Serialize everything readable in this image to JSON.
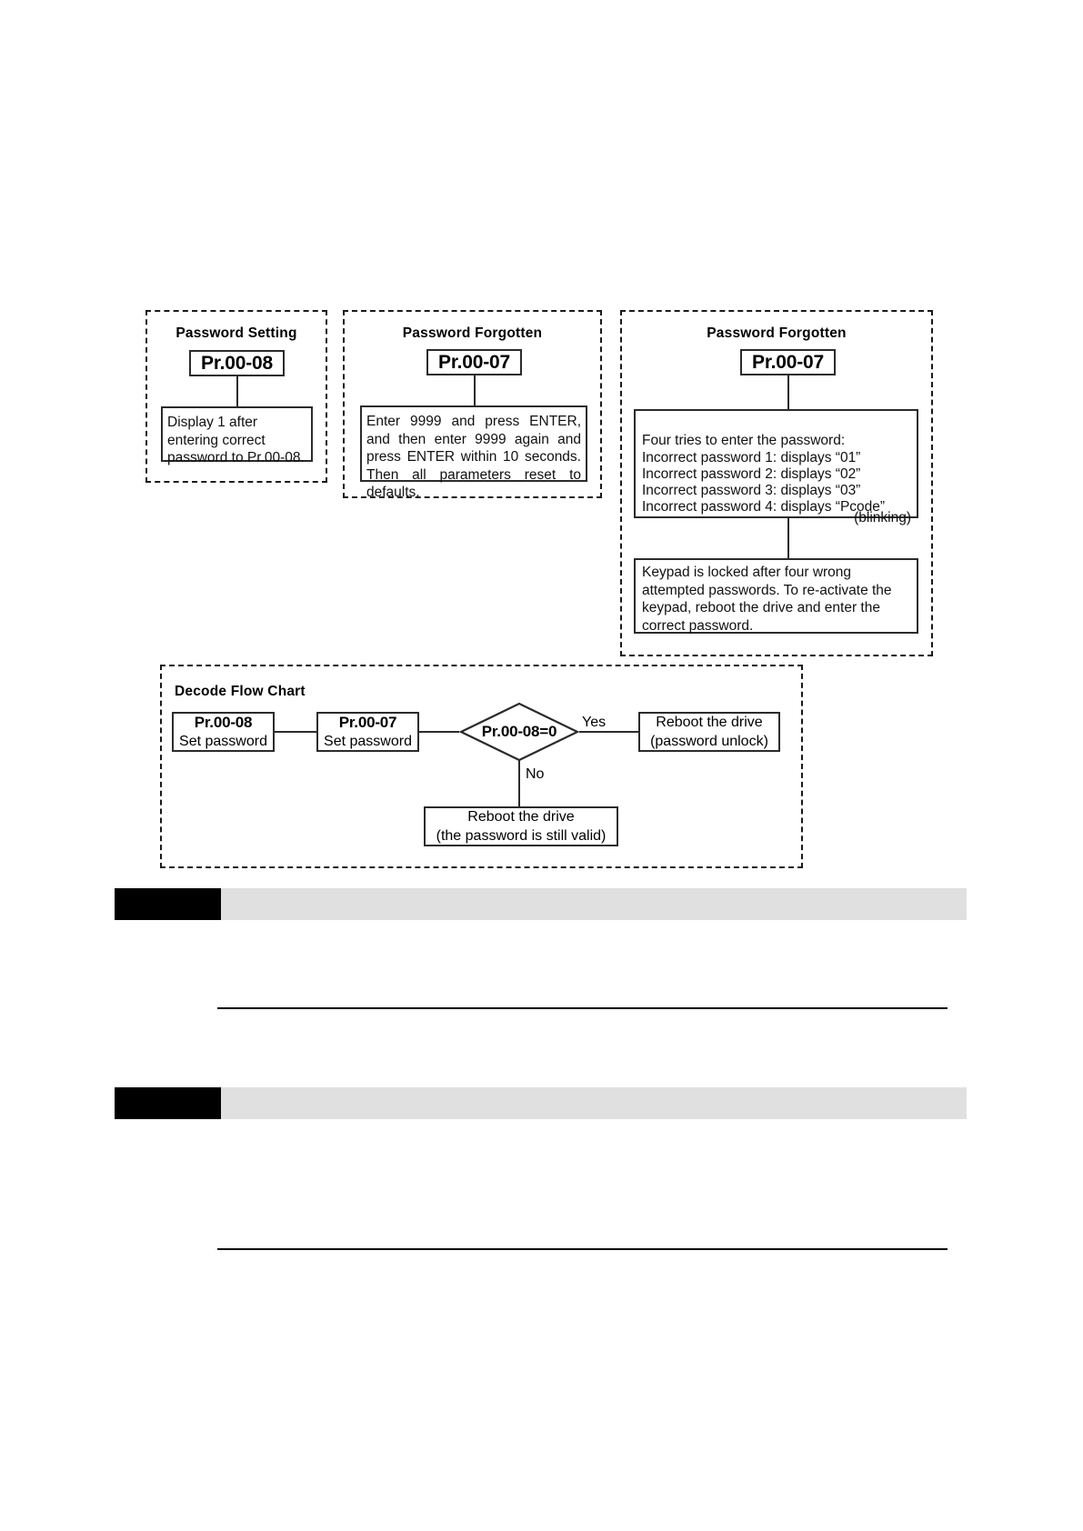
{
  "document": {
    "type": "diagram",
    "description": "Password setting / password forgotten flow diagrams for a drive keypad"
  },
  "panels": {
    "password_setting": {
      "title": "Password Setting",
      "parameter": "Pr.00-08",
      "note": "Display 1 after entering correct password to Pr.00-08."
    },
    "password_forgotten_reset": {
      "title": "Password Forgotten",
      "parameter": "Pr.00-07",
      "note": "Enter 9999 and press ENTER, and then enter 9999 again and press ENTER within 10 seconds. Then all parameters reset to defaults."
    },
    "password_forgotten_lock": {
      "title": "Password Forgotten",
      "parameter": "Pr.00-07",
      "tries_box": {
        "heading": "Four tries to enter the password:",
        "lines": [
          "Incorrect password 1: displays “01”",
          "Incorrect password 2: displays “02”",
          "Incorrect password 3: displays “03”",
          "Incorrect password 4: displays “Pcode”"
        ],
        "trailing_note": "(blinking)"
      },
      "locked_note": "Keypad is locked after four wrong attempted passwords. To re-activate the keypad, reboot the drive and enter the correct password."
    }
  },
  "flow_chart": {
    "title": "Decode Flow Chart",
    "nodes": {
      "step1": {
        "code": "Pr.00-08",
        "action": "Set password"
      },
      "step2": {
        "code": "Pr.00-07",
        "action": "Set password"
      },
      "decision": "Pr.00-08=0",
      "yes_result_line1": "Reboot the drive",
      "yes_result_line2": "(password unlock)",
      "no_result_line1": "Reboot the drive",
      "no_result_line2": "(the password is still valid)"
    },
    "branches": {
      "yes": "Yes",
      "no": "No"
    }
  },
  "colors": {
    "line": "#2b2b2b",
    "text": "#111111",
    "bar_black": "#000000",
    "bar_grey": "#e0e0e0"
  }
}
